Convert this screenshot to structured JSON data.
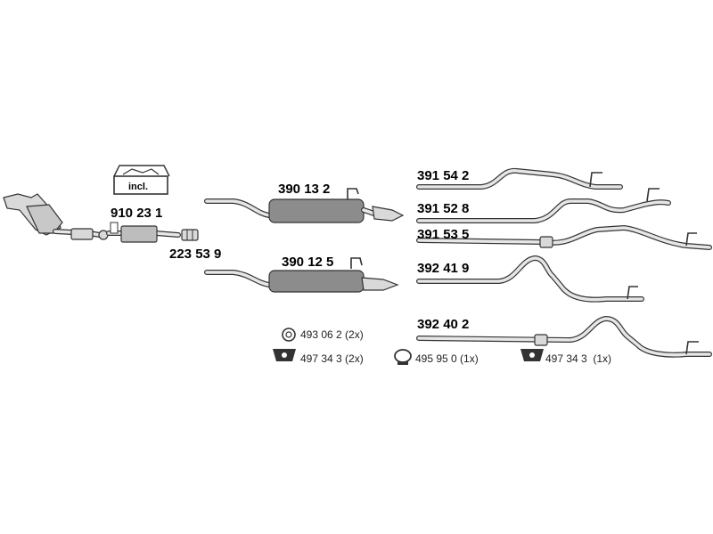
{
  "colors": {
    "pipe_outline": "#333333",
    "pipe_fill": "#e6e6e6",
    "muffler": "#8c8c8c",
    "text": "#000000"
  },
  "incl_box": {
    "label": "incl."
  },
  "parts": {
    "p910231": "910 23 1",
    "p223539": "223 53 9",
    "p390132": "390 13 2",
    "p390125": "390 12 5",
    "p391542": "391 54 2",
    "p391528": "391 52 8",
    "p391535": "391 53 5",
    "p392419": "392 41 9",
    "p392402": "392 40 2"
  },
  "accessories": {
    "a1": "493 06 2 (2x)",
    "a2": "497 34 3 (2x)",
    "a3": "495 95 0 (1x)",
    "a4": "497 34 3  (1x)"
  },
  "icons": {
    "a1": "ring-clamp-icon",
    "a2": "rubber-mount-icon",
    "a3": "hanger-ring-icon",
    "a4": "rubber-mount-icon"
  }
}
